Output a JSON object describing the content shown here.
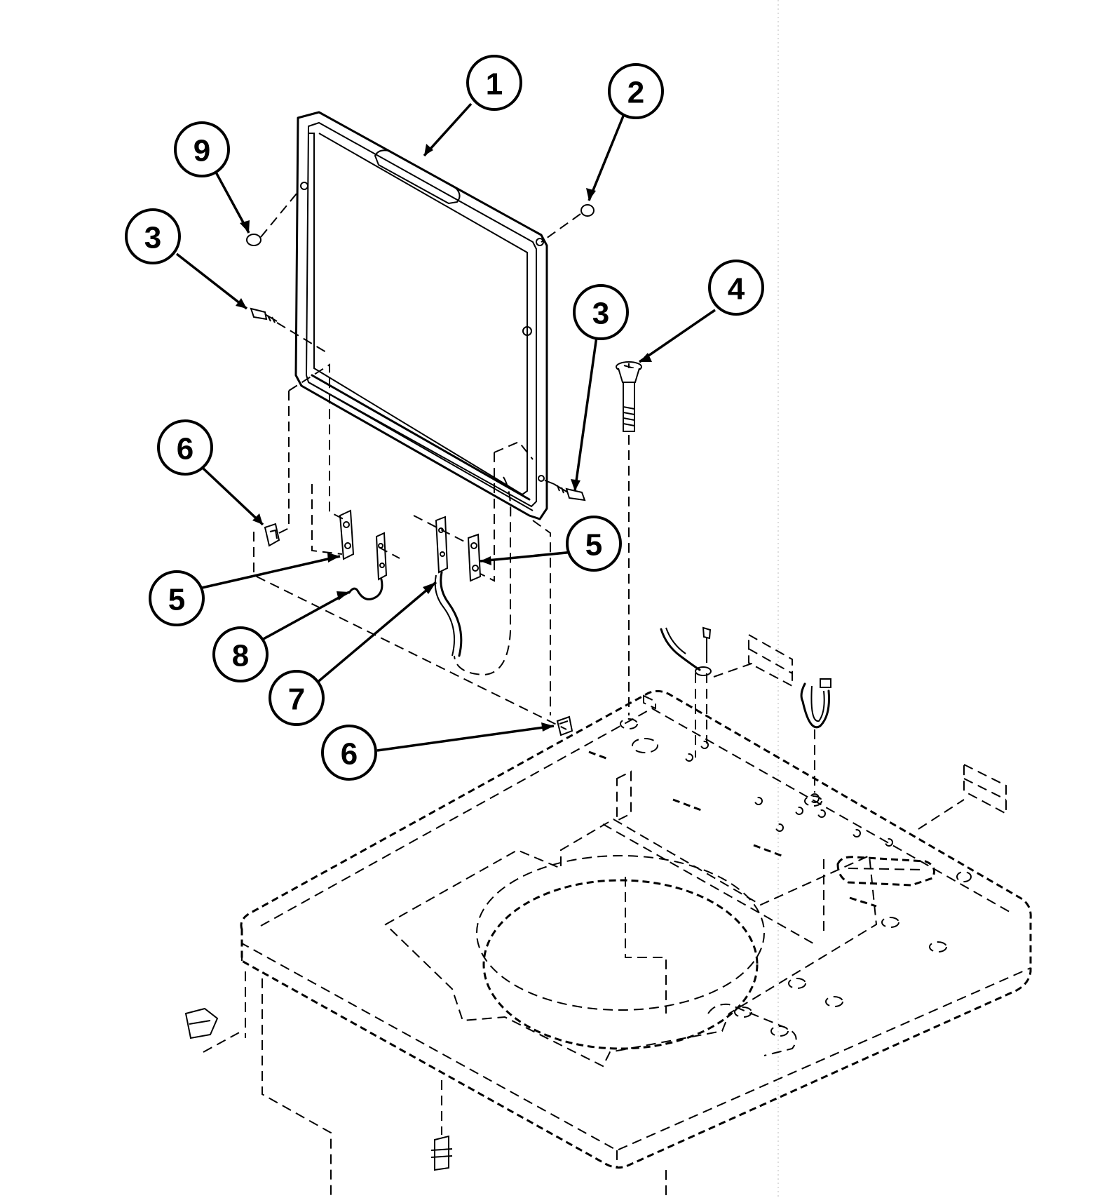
{
  "colors": {
    "ink": "#000000",
    "paper": "#ffffff",
    "scan_line": "#bbbbbb"
  },
  "callouts": [
    {
      "id": "c1",
      "label": "1"
    },
    {
      "id": "c2",
      "label": "2"
    },
    {
      "id": "c9",
      "label": "9"
    },
    {
      "id": "c3a",
      "label": "3"
    },
    {
      "id": "c3b",
      "label": "3"
    },
    {
      "id": "c4",
      "label": "4"
    },
    {
      "id": "c6a",
      "label": "6"
    },
    {
      "id": "c5a",
      "label": "5"
    },
    {
      "id": "c5b",
      "label": "5"
    },
    {
      "id": "c8",
      "label": "8"
    },
    {
      "id": "c7",
      "label": "7"
    },
    {
      "id": "c6b",
      "label": "6"
    }
  ]
}
